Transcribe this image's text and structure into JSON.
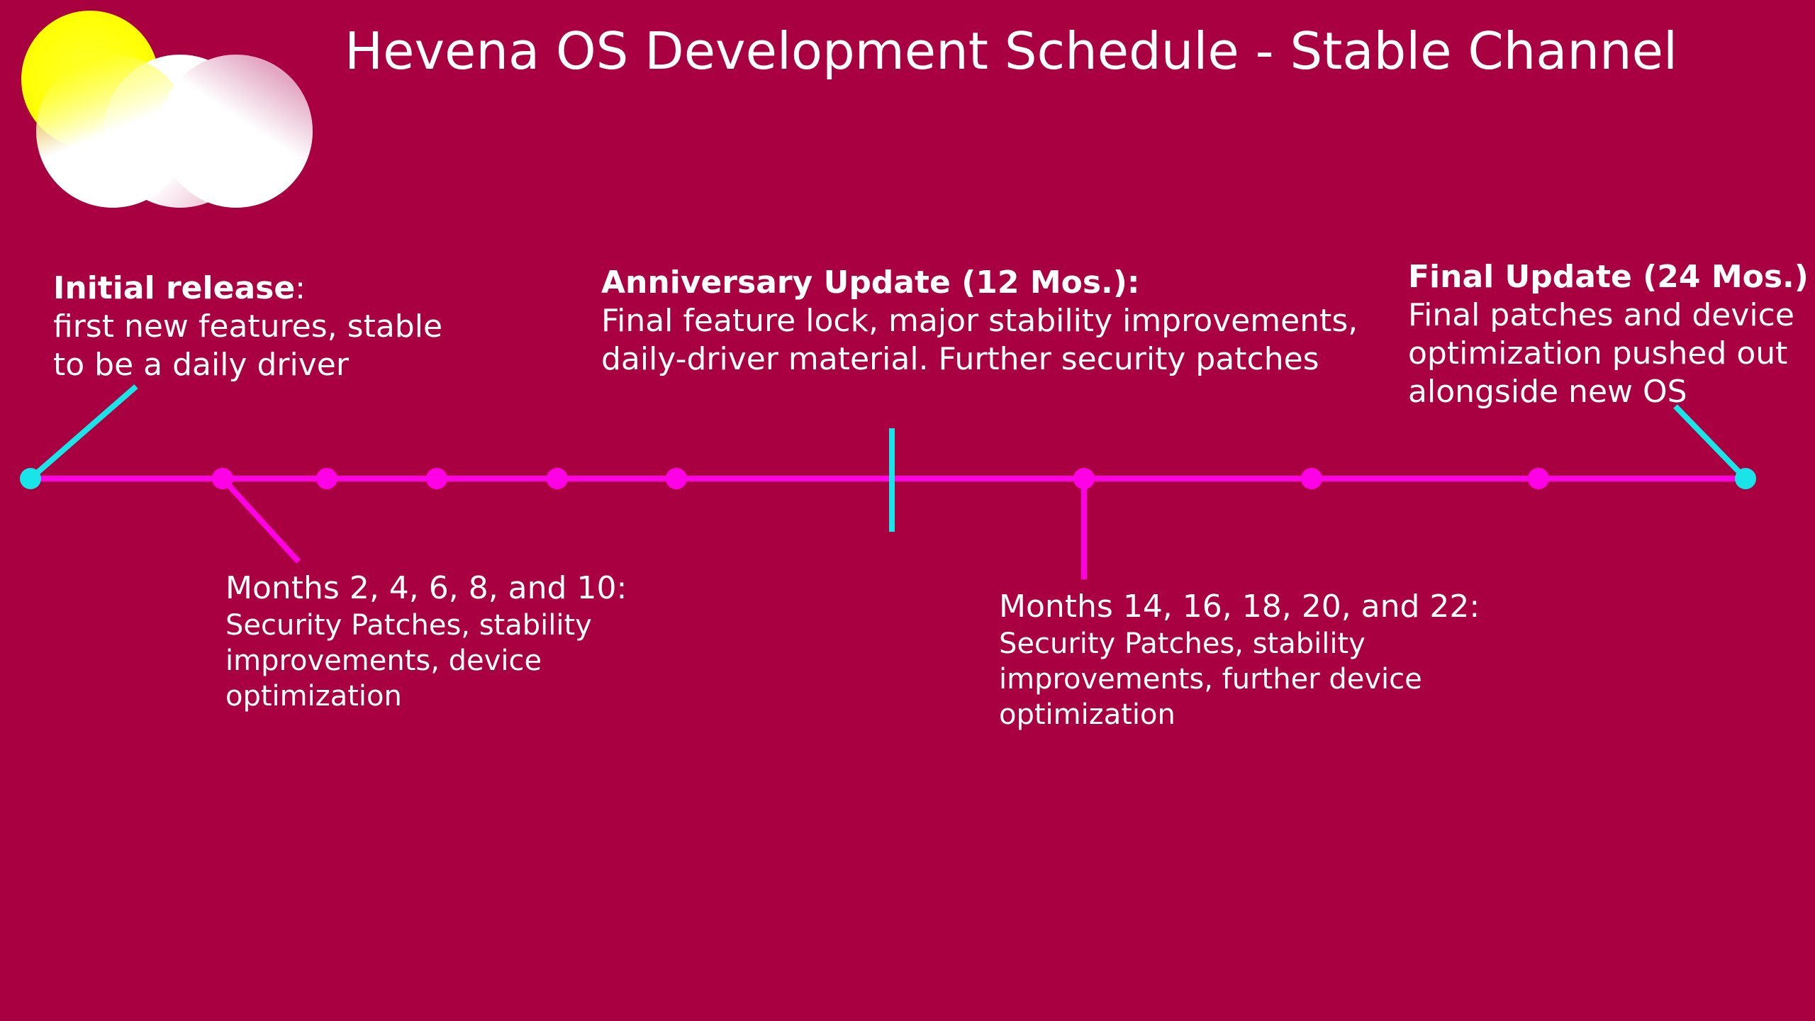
{
  "title": "Hevena OS Development Schedule - Stable Channel",
  "colors": {
    "background": "#A90042",
    "timeline": "#FF00E6",
    "milestone": "#19E5E8",
    "sun": "#FFFF00",
    "cloud": "#FFFFFF",
    "text": "#FFFFFF"
  },
  "icons": [
    "sun-icon",
    "cloud-icon"
  ],
  "milestones": {
    "initial": {
      "label": "Initial release",
      "suffix": ":",
      "lines": [
        "first new features, stable",
        "to be a daily driver"
      ]
    },
    "anniversary": {
      "label": "Anniversary Update (12 Mos.):",
      "lines": [
        "Final feature lock, major stability improvements,",
        "daily-driver material. Further security patches"
      ]
    },
    "final": {
      "label": "Final Update (24 Mos.)",
      "lines": [
        "Final patches and device",
        "optimization pushed out",
        "alongside new OS"
      ]
    }
  },
  "patch_groups": {
    "first_year": {
      "heading": "Months 2, 4, 6, 8, and 10:",
      "lines": [
        "Security Patches, stability",
        "improvements, device",
        "optimization"
      ]
    },
    "second_year": {
      "heading": "Months 14, 16, 18, 20, and 22:",
      "lines": [
        "Security Patches, stability",
        "improvements, further device",
        "optimization"
      ]
    }
  },
  "timeline": {
    "cyan_months": [
      0,
      24
    ],
    "magenta_months": [
      2,
      4,
      6,
      8,
      10,
      14,
      18,
      22
    ],
    "divider_month": 12
  }
}
